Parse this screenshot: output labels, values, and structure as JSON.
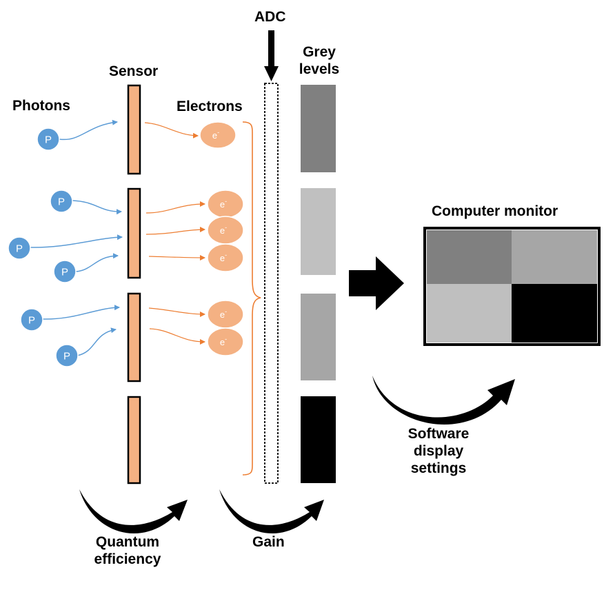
{
  "labels": {
    "photons": "Photons",
    "sensor": "Sensor",
    "electrons": "Electrons",
    "adc": "ADC",
    "grey_levels": [
      "Grey",
      "levels"
    ],
    "computer_monitor": "Computer monitor",
    "software_display_settings": [
      "Software",
      "display",
      "settings"
    ],
    "quantum_efficiency": [
      "Quantum",
      "efficiency"
    ],
    "gain": "Gain"
  },
  "photon_symbol": "P",
  "electron_symbol": "e",
  "electron_superscript": "-",
  "colors": {
    "photon": "#5b9bd5",
    "sensor": "#f4b183",
    "electron": "#f4b183",
    "electron_arrow": "#ed7d31",
    "photon_arrow": "#5b9bd5"
  },
  "grey_levels": [
    "#808080",
    "#c0c0c0",
    "#a6a6a6",
    "#000000"
  ],
  "monitor_pixels": [
    "#808080",
    "#a6a6a6",
    "#bfbfbf",
    "#000000"
  ]
}
